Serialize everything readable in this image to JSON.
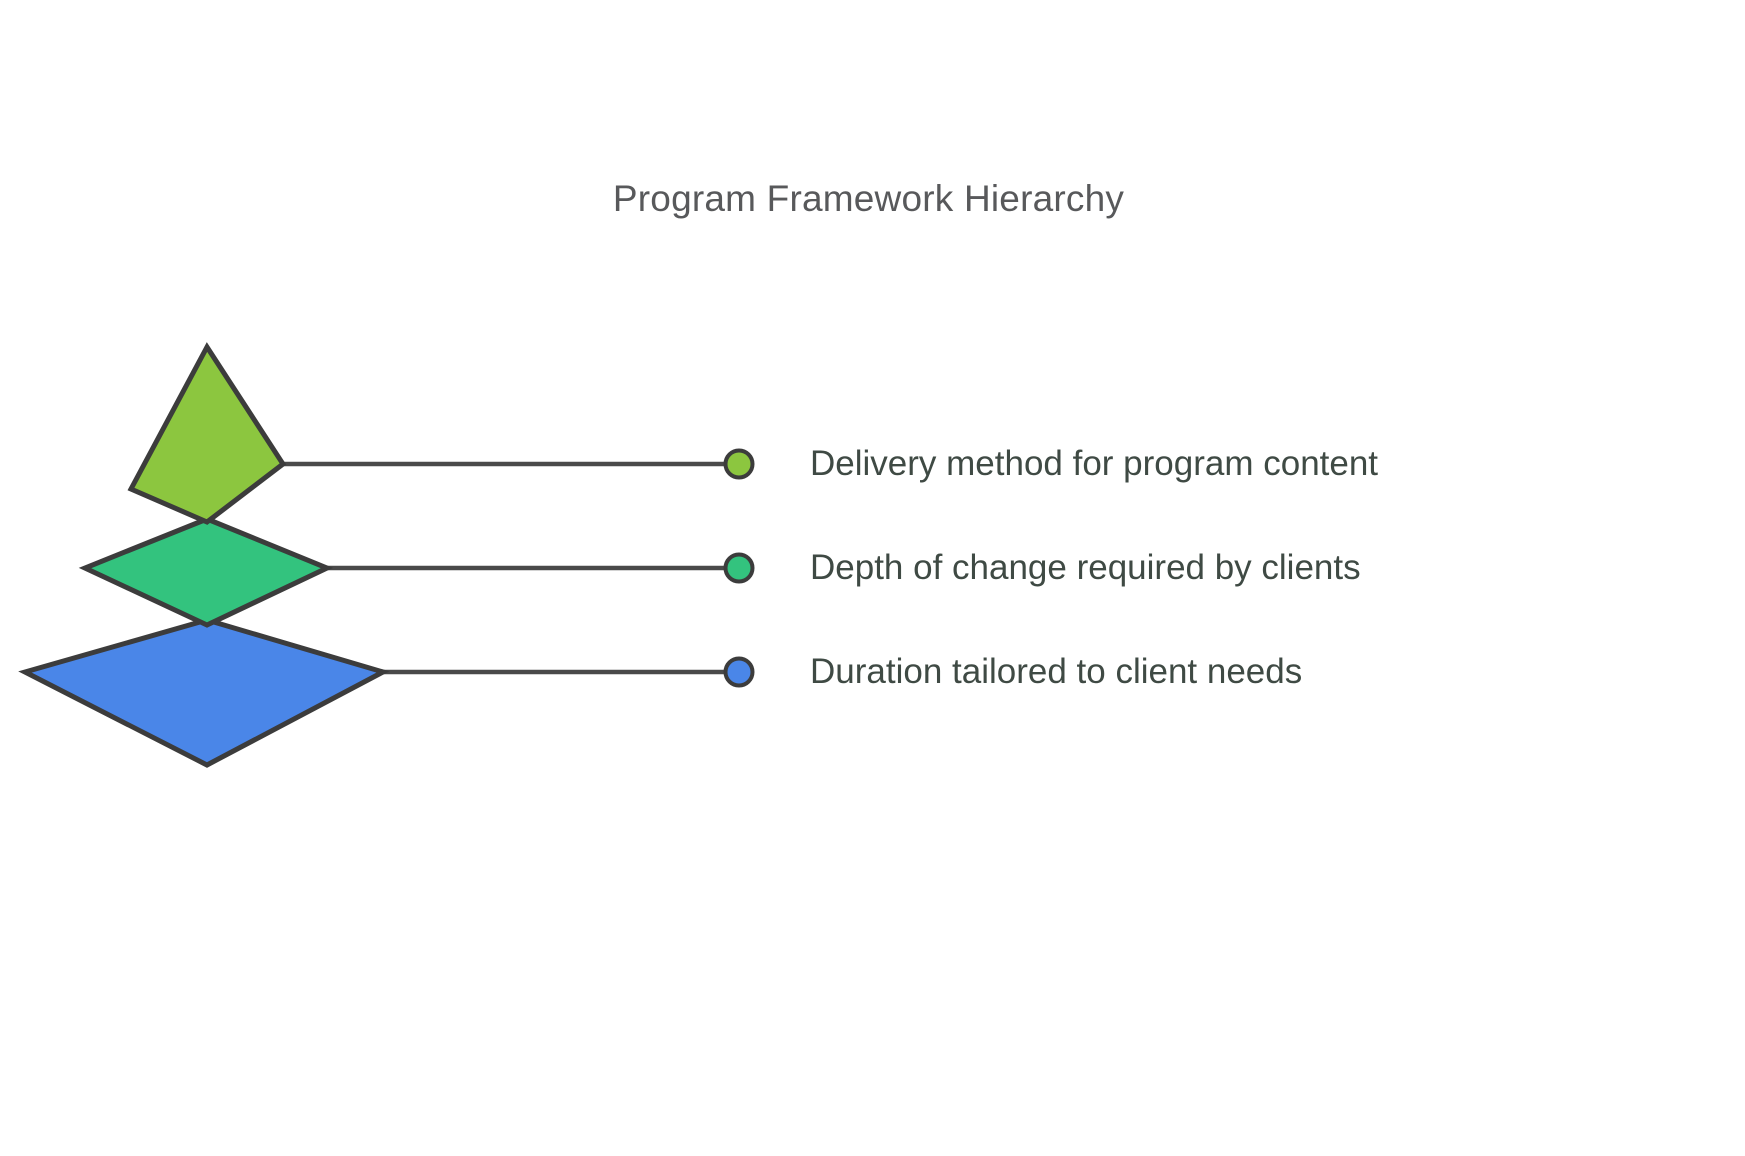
{
  "chart_data": {
    "type": "diagram",
    "diagram_kind": "stacked-pyramid-layers",
    "title": "Program Framework Hierarchy",
    "layer_order": "top-to-bottom (narrowest to widest)",
    "categories": [
      "Delivery method for program content",
      "Depth of change required by clients",
      "Duration tailored to client needs"
    ],
    "values": [
      1,
      2,
      3
    ],
    "series": [
      {
        "name": "layer-width",
        "values": [
          1,
          2,
          3
        ]
      }
    ],
    "xlabel": "",
    "ylabel": "",
    "legend_position": "right",
    "grid": false
  },
  "chart": {
    "title": "Program Framework Hierarchy",
    "background_color": "#ffffff",
    "title_color": "#58595b",
    "label_color": "#3f4a44",
    "stroke_color": "#4a4a4a",
    "connector_color": "#4a4a4a",
    "layers": [
      {
        "id": "layer-delivery-method",
        "rank": 1,
        "label": "Delivery method for program content",
        "color": "#8cc63f",
        "shape": "pyramid-apex",
        "marker_color": "#8cc63f"
      },
      {
        "id": "layer-depth-of-change",
        "rank": 2,
        "label": "Depth of change required by clients",
        "color": "#33c37e",
        "shape": "diamond",
        "marker_color": "#33c37e"
      },
      {
        "id": "layer-duration",
        "rank": 3,
        "label": "Duration tailored to client needs",
        "color": "#4a86e8",
        "shape": "diamond",
        "marker_color": "#4a86e8"
      }
    ]
  }
}
